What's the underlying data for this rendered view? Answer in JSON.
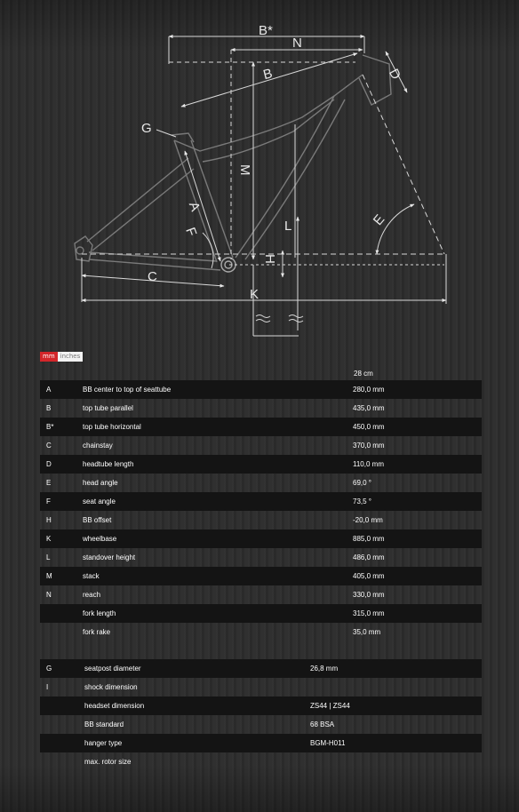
{
  "diagram": {
    "labels": [
      "B*",
      "N",
      "B",
      "D",
      "G",
      "M",
      "A",
      "F",
      "E",
      "L",
      "H",
      "C",
      "K"
    ]
  },
  "units": {
    "mm": "mm",
    "inch": "inches"
  },
  "size": "28 cm",
  "geometry": [
    {
      "key": "A",
      "name": "BB center to top of seattube",
      "value": "280,0 mm"
    },
    {
      "key": "B",
      "name": "top tube parallel",
      "value": "435,0 mm"
    },
    {
      "key": "B*",
      "name": "top tube horizontal",
      "value": "450,0 mm"
    },
    {
      "key": "C",
      "name": "chainstay",
      "value": "370,0 mm"
    },
    {
      "key": "D",
      "name": "headtube length",
      "value": "110,0 mm"
    },
    {
      "key": "E",
      "name": "head angle",
      "value": "69,0 °"
    },
    {
      "key": "F",
      "name": "seat angle",
      "value": "73,5 °"
    },
    {
      "key": "H",
      "name": "BB offset",
      "value": "-20,0 mm"
    },
    {
      "key": "K",
      "name": "wheelbase",
      "value": "885,0 mm"
    },
    {
      "key": "L",
      "name": "standover height",
      "value": "486,0 mm"
    },
    {
      "key": "M",
      "name": "stack",
      "value": "405,0 mm"
    },
    {
      "key": "N",
      "name": "reach",
      "value": "330,0 mm"
    },
    {
      "key": "",
      "name": "fork length",
      "value": "315,0 mm"
    },
    {
      "key": "",
      "name": "fork rake",
      "value": "35,0 mm"
    }
  ],
  "specs": [
    {
      "key": "G",
      "name": "seatpost diameter",
      "value": "26,8 mm"
    },
    {
      "key": "I",
      "name": "shock dimension",
      "value": ""
    },
    {
      "key": "",
      "name": "headset dimension",
      "value": "ZS44 | ZS44"
    },
    {
      "key": "",
      "name": "BB standard",
      "value": "68 BSA"
    },
    {
      "key": "",
      "name": "hanger type",
      "value": "BGM-H011"
    },
    {
      "key": "",
      "name": "max. rotor size",
      "value": ""
    }
  ]
}
